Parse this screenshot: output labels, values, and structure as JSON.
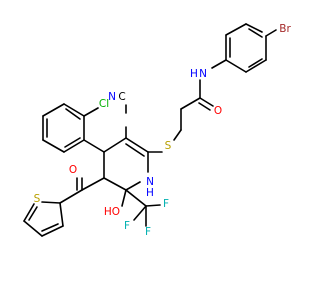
{
  "molecule": {
    "atoms": {
      "n_amide": "N",
      "h_amide": "H",
      "o_amide": "O",
      "s_thioether": "S",
      "br": "Br",
      "cl": "Cl",
      "n_nitrile": "N",
      "c_nitrile": "C",
      "n_ring": "N",
      "h_ring": "H",
      "o_ketone": "O",
      "s_thiophene": "S",
      "ho": "HO",
      "f1": "F",
      "f2": "F",
      "f3": "F"
    },
    "colors": {
      "carbon": "#000000",
      "nitrogen": "#0000FF",
      "oxygen": "#FF0000",
      "sulfur": "#B8A000",
      "chlorine": "#00B000",
      "bromine": "#A52A2A",
      "fluorine": "#00B0B0"
    }
  }
}
